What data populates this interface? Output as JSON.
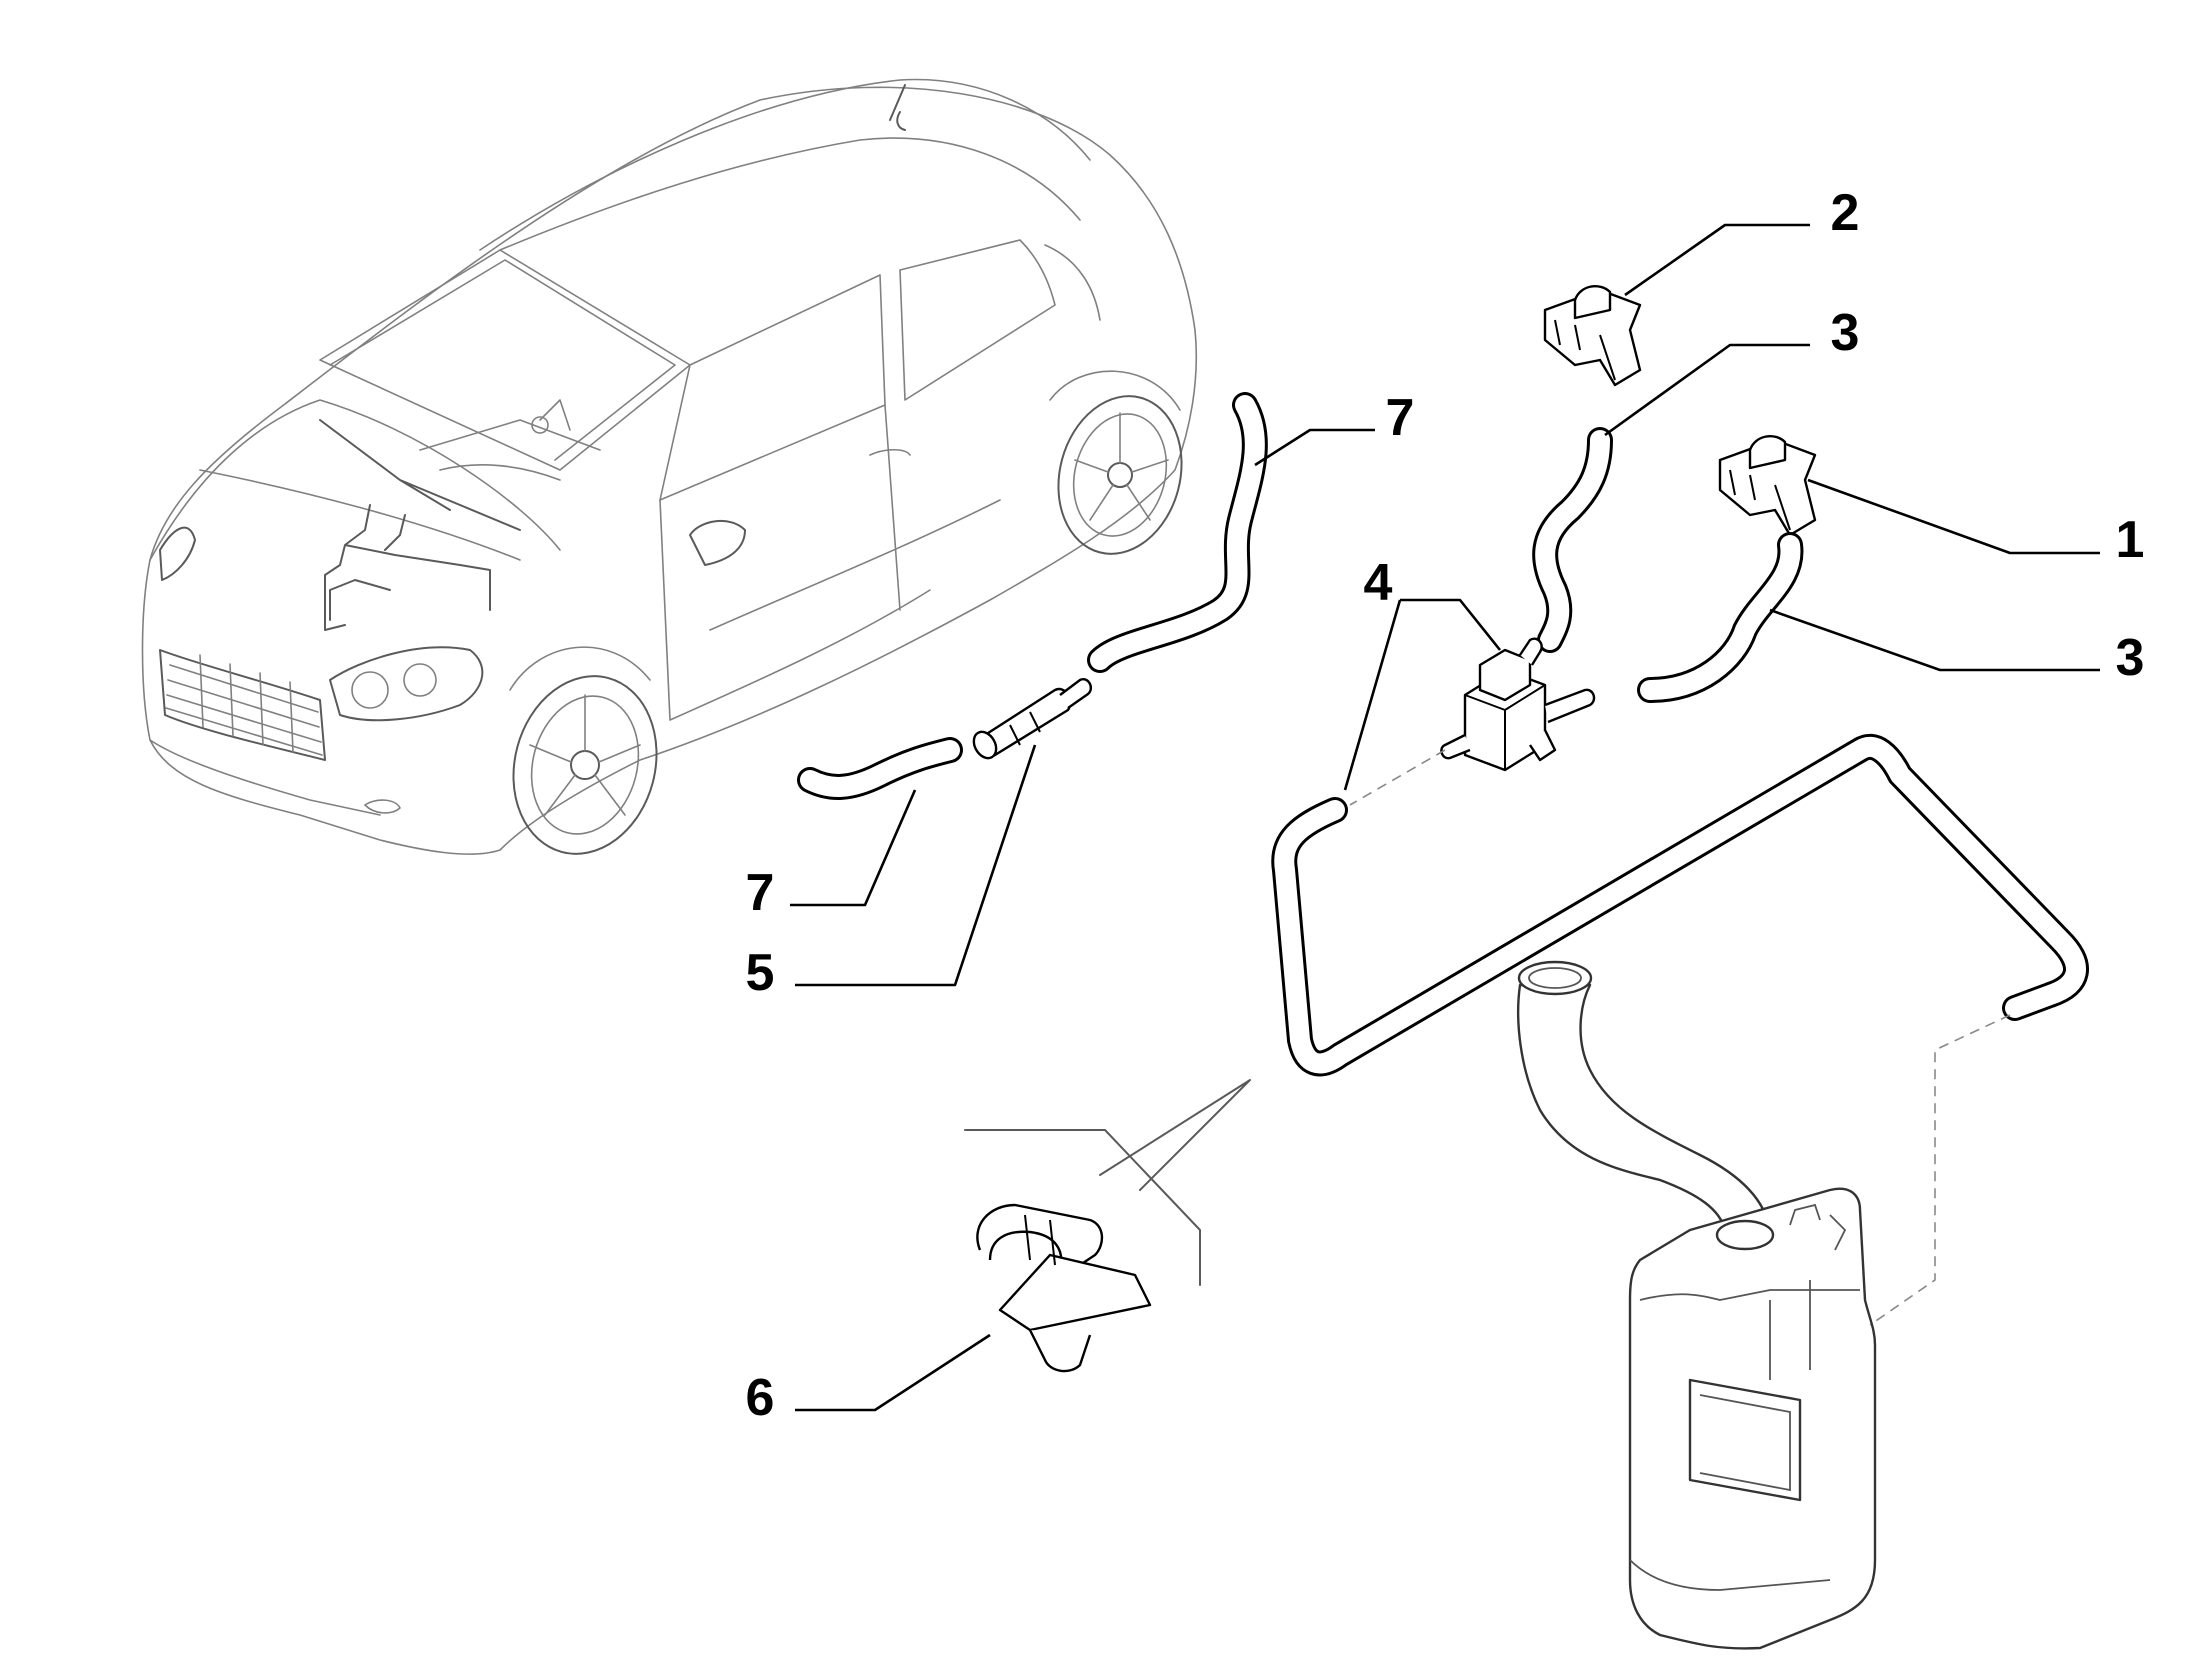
{
  "callouts": {
    "n1": "1",
    "n2": "2",
    "n3_top": "3",
    "n3_right": "3",
    "n4": "4",
    "n5": "5",
    "n6": "6",
    "n7_top": "7",
    "n7_left": "7"
  }
}
